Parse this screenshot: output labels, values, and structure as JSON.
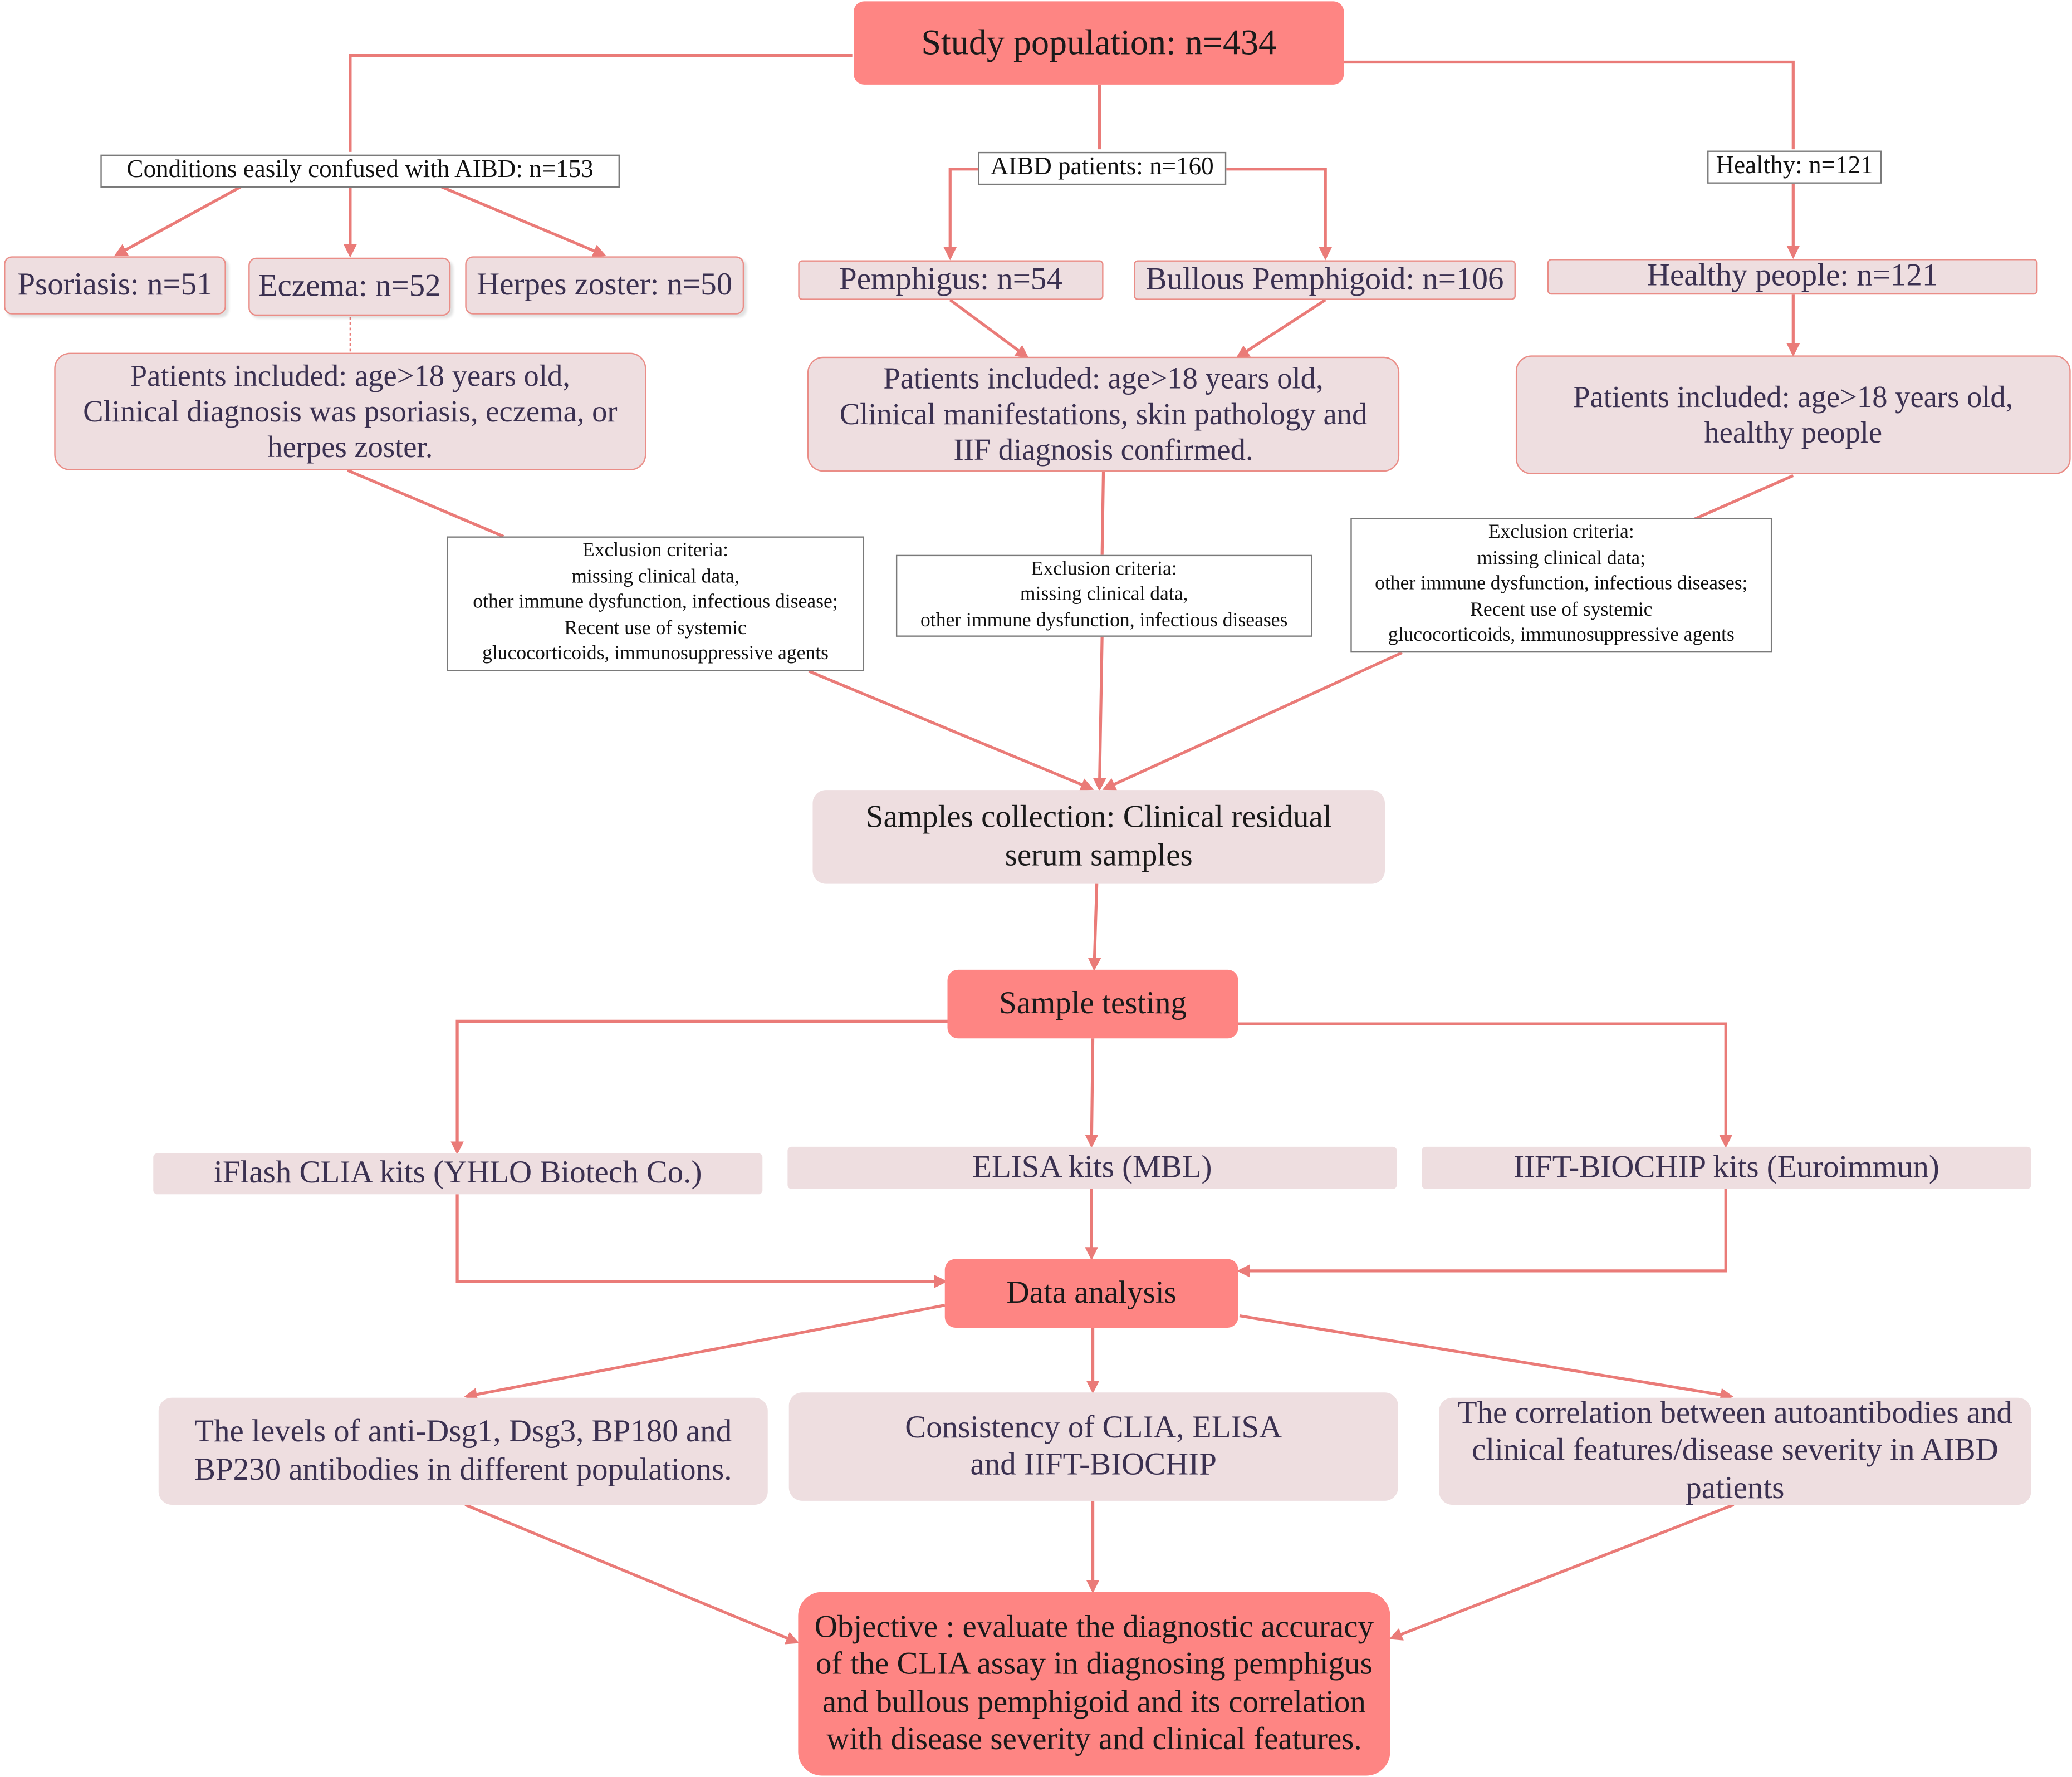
{
  "study_population": "Study population: n=434",
  "groups": {
    "confusable": {
      "header": "Conditions easily confused with AIBD: n=153",
      "items": [
        "Psoriasis: n=51",
        "Eczema: n=52",
        "Herpes zoster: n=50"
      ],
      "inclusion": "Patients included: age>18 years old,\nClinical diagnosis was psoriasis, eczema, or\nherpes zoster.",
      "exclusion": "Exclusion criteria:\nmissing clinical data,\nother immune dysfunction, infectious disease;\nRecent use of systemic\nglucocorticoids, immunosuppressive agents"
    },
    "aibd": {
      "header": "AIBD patients: n=160",
      "items": [
        "Pemphigus: n=54",
        "Bullous Pemphigoid: n=106"
      ],
      "inclusion": "Patients included: age>18 years old,\nClinical manifestations, skin pathology and\nIIF diagnosis confirmed.",
      "exclusion": "Exclusion criteria:\nmissing clinical data,\nother immune dysfunction, infectious diseases"
    },
    "healthy": {
      "header": "Healthy: n=121",
      "items": [
        "Healthy people: n=121"
      ],
      "inclusion": "Patients included: age>18 years old,\nhealthy people",
      "exclusion": "Exclusion criteria:\nmissing clinical data;\nother immune dysfunction, infectious diseases;\nRecent use of systemic\nglucocorticoids, immunosuppressive agents"
    }
  },
  "samples_collection": "Samples collection: Clinical residual\nserum samples",
  "sample_testing": "Sample testing",
  "kits": [
    "iFlash CLIA kits (YHLO Biotech Co.)",
    "ELISA kits (MBL)",
    "IIFT-BIOCHIP kits (Euroimmun)"
  ],
  "data_analysis": "Data analysis",
  "analyses": [
    "The levels of anti-Dsg1, Dsg3, BP180 and\nBP230 antibodies in different populations.",
    "Consistency of CLIA, ELISA\nand IIFT-BIOCHIP",
    "The correlation between autoantibodies and\nclinical features/disease severity in AIBD\npatients"
  ],
  "objective": "Objective : evaluate the diagnostic accuracy\nof the CLIA assay in diagnosing pemphigus\nand bullous pemphigoid and its correlation\nwith disease severity and clinical features.",
  "colors": {
    "connector": "#ea7b78",
    "accent": "#fe8583",
    "soft": "#eedee0"
  }
}
